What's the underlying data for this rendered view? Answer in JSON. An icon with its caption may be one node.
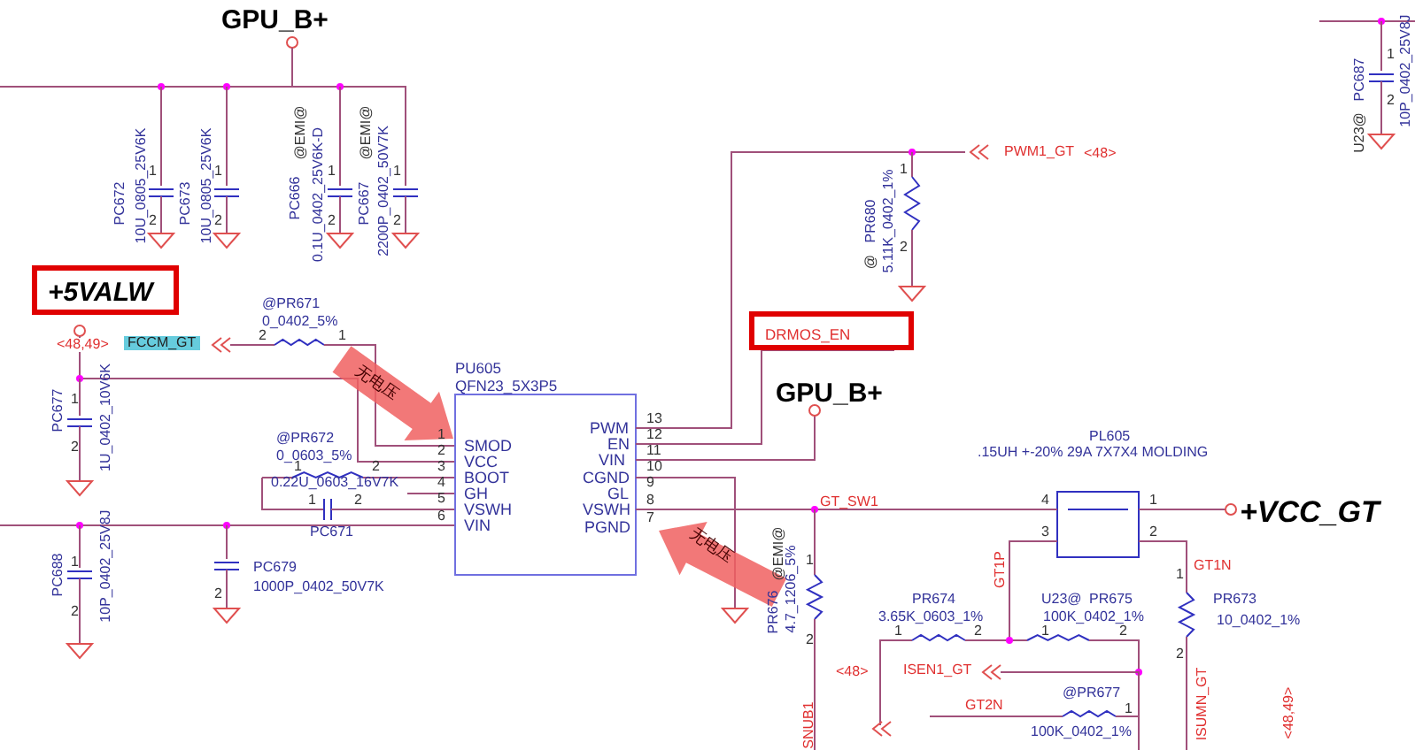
{
  "diagram": {
    "nodes": [
      {
        "text": [
          "PU605",
          "QFN23_5X3P5"
        ]
      },
      {
        "text": [
          "+5VALW"
        ]
      },
      {
        "text": [
          "DRMOS_EN"
        ]
      }
    ],
    "labels": [
      "GPU_B+",
      "PC672",
      "10U_0805_25V6K",
      "1",
      "2",
      "PC673",
      "10U_0805_25V6K",
      "1",
      "2",
      "@EMI@",
      "PC666",
      "0.1U_0402_25V6K-D",
      "1",
      "2",
      "@EMI@",
      "PC667",
      "2200P_0402_50V7K",
      "1",
      "2",
      "@PR671",
      "0_0402_5%",
      "<48,49>",
      "FCCM_GT",
      "2",
      "1",
      "PC677",
      "1U_0402_10V6K",
      "1",
      "2",
      "@PR672",
      "0_0603_5%",
      "1",
      "2",
      "0.22U_0603_16V7K",
      "1",
      "2",
      "PC671",
      "PC679",
      "2",
      "1000P_0402_50V7K",
      "PC688",
      "10P_0402_25V8J",
      "1",
      "2",
      "1",
      "2",
      "3",
      "4",
      "5",
      "6",
      "SMOD",
      "VCC",
      "BOOT",
      "GH",
      "VSWH",
      "VIN",
      "PWM",
      "EN",
      "VIN",
      "CGND",
      "GL",
      "VSWH",
      "PGND",
      "13",
      "12",
      "11",
      "10",
      "9",
      "8",
      "7",
      "GPU_B+",
      "PWM1_GT",
      "<48>",
      "@",
      "PR680",
      "5.11K_0402_1%",
      "1",
      "2",
      "U23@",
      "PC687",
      "10P_0402_25V8J",
      "1",
      "2",
      "PL605",
      ".15UH +-20% 29A 7X7X4 MOLDING",
      "GT_SW1",
      "4",
      "1",
      "3",
      "2",
      "+VCC_GT",
      "@EMI@",
      "PR676",
      "4.7_1206_5%",
      "1",
      "2",
      "GT1P",
      "GT1N",
      "PR674",
      "3.65K_0603_1%",
      "1",
      "2",
      "U23@",
      "PR675",
      "100K_0402_1%",
      "1",
      "2",
      "1",
      "PR673",
      "10_0402_1%",
      "2",
      "<48>",
      "ISEN1_GT",
      "@PR677",
      "GT2N",
      "1",
      "100K_0402_1%",
      "ISUMN_GT",
      "SNUB1",
      "<48,49>",
      "无电压",
      "无电压"
    ]
  }
}
